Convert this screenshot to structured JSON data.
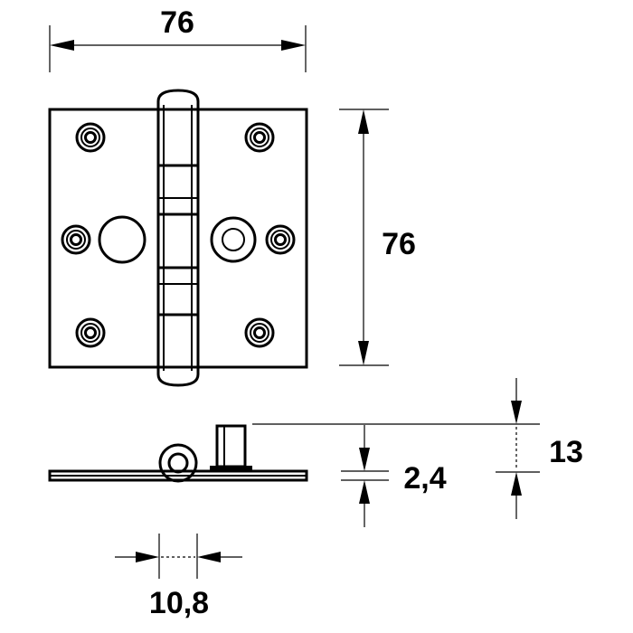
{
  "dimensions": {
    "width_top": "76",
    "height_right": "76",
    "pin_height": "13",
    "leaf_thickness": "2,4",
    "knuckle_diameter": "10,8"
  },
  "colors": {
    "line": "#000000",
    "background": "#ffffff"
  }
}
